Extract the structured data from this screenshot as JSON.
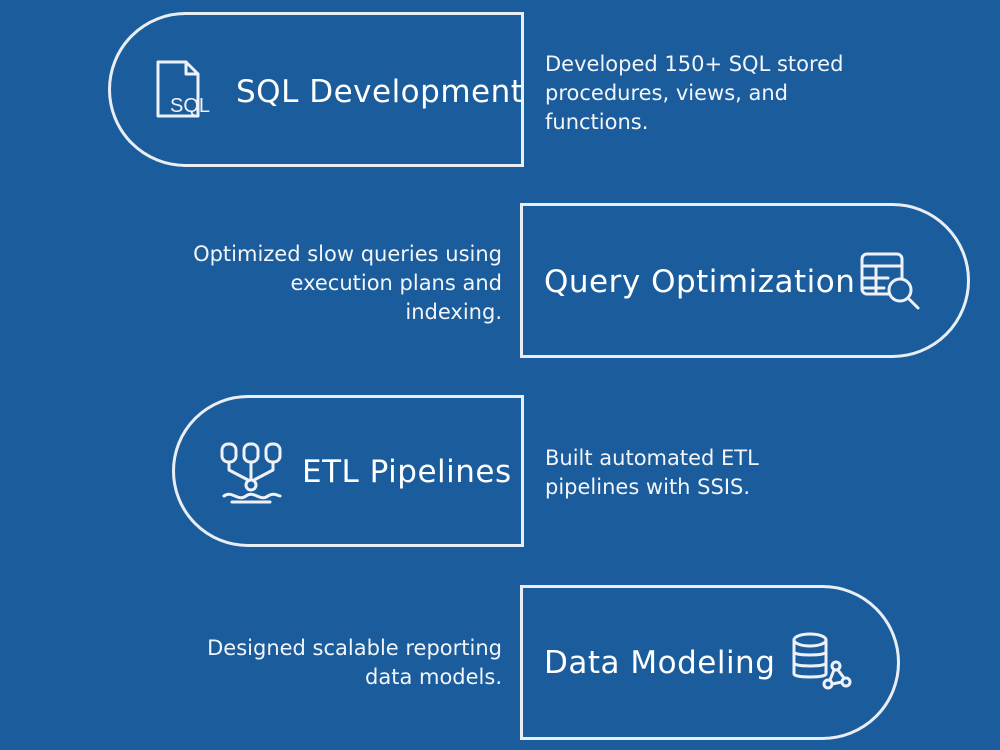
{
  "items": [
    {
      "title": "SQL Development",
      "description": [
        "Developed 150+ SQL stored",
        "procedures, views, and",
        "functions."
      ],
      "icon": "sql-file-icon"
    },
    {
      "title": "Query Optimization",
      "description": [
        "Optimized slow queries using",
        "execution plans and",
        "indexing."
      ],
      "icon": "table-search-icon"
    },
    {
      "title": "ETL Pipelines",
      "description": [
        "Built automated ETL",
        "pipelines with SSIS."
      ],
      "icon": "pipeline-icon"
    },
    {
      "title": "Data Modeling",
      "description": [
        "Designed scalable reporting",
        "data models."
      ],
      "icon": "database-network-icon"
    }
  ],
  "icon_text": {
    "sql": "SQL"
  },
  "colors": {
    "background": "#1b5c9c",
    "stroke": "#e9eef5",
    "text": "#ffffff"
  }
}
